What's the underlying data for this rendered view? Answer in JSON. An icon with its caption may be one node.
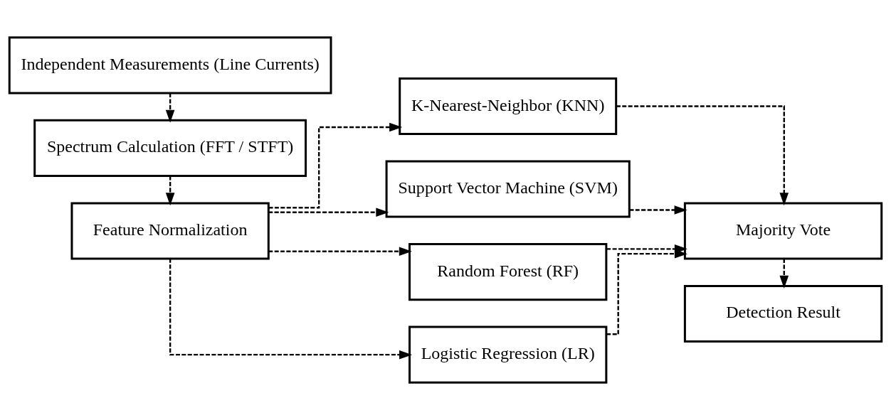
{
  "diagram": {
    "nodes": [
      {
        "text": [
          "Independent Measurements (Line Currents)"
        ]
      },
      {
        "text": [
          "Spectrum Calculation (FFT / STFT)"
        ]
      },
      {
        "text": [
          "Feature Normalization"
        ]
      },
      {
        "text": [
          "K-Nearest-Neighbor (KNN)"
        ]
      },
      {
        "text": [
          "Support Vector Machine (SVM)"
        ]
      },
      {
        "text": [
          "Random Forest (RF)"
        ]
      },
      {
        "text": [
          "Logistic Regression (LR)"
        ]
      },
      {
        "text": [
          "Majority Vote"
        ]
      },
      {
        "text": [
          "Detection Result"
        ]
      }
    ],
    "edges": [
      {
        "from": 0,
        "to": 1,
        "arrow": "to",
        "style": "dashed"
      },
      {
        "from": 1,
        "to": 2,
        "arrow": "to",
        "style": "dashed"
      },
      {
        "from": 2,
        "to": 3,
        "arrow": "to",
        "style": "dashed"
      },
      {
        "from": 2,
        "to": 4,
        "arrow": "to",
        "style": "dashed"
      },
      {
        "from": 2,
        "to": 5,
        "arrow": "to",
        "style": "dashed"
      },
      {
        "from": 2,
        "to": 6,
        "arrow": "to",
        "style": "dashed"
      },
      {
        "from": 3,
        "to": 7,
        "arrow": "to",
        "style": "dashed"
      },
      {
        "from": 4,
        "to": 7,
        "arrow": "to",
        "style": "dashed"
      },
      {
        "from": 5,
        "to": 7,
        "arrow": "to",
        "style": "dashed"
      },
      {
        "from": 6,
        "to": 7,
        "arrow": "to",
        "style": "dashed"
      },
      {
        "from": 7,
        "to": 8,
        "arrow": "to",
        "style": "dashed"
      }
    ]
  }
}
